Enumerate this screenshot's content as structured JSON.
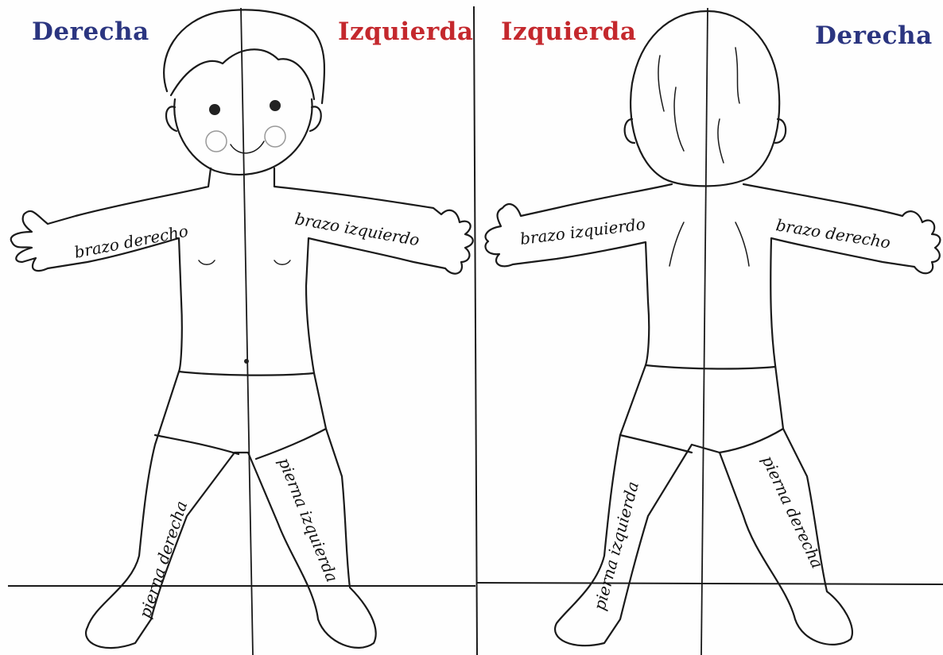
{
  "headings": {
    "front_right": "Derecha",
    "front_left": "Izquierda",
    "back_left": "Izquierda",
    "back_right": "Derecha"
  },
  "front": {
    "right_arm": "brazo derecho",
    "left_arm": "brazo izquierdo",
    "right_leg": "pierna derecha",
    "left_leg": "pierna izquierda"
  },
  "back": {
    "left_arm": "brazo izquierdo",
    "right_arm": "brazo derecho",
    "left_leg": "pierna izquierda",
    "right_leg": "pierna derecha"
  },
  "colors": {
    "derecha": "#2b3580",
    "izquierda": "#c4282d",
    "line": "#1a1a1a"
  }
}
